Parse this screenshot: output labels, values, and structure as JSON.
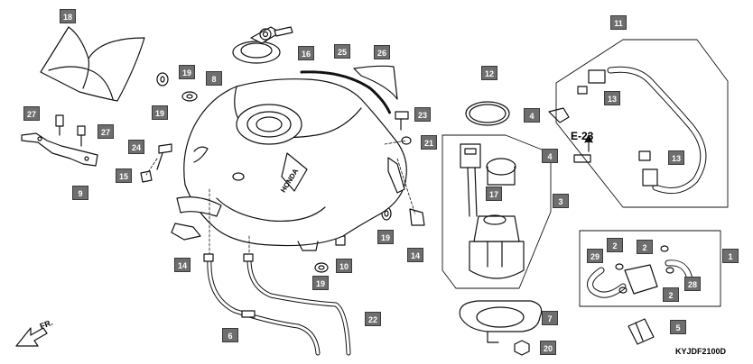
{
  "diagram": {
    "code": "KYJDF2100D",
    "reference": "E-23",
    "front_label": "FR.",
    "brand_mark": "HONDA"
  },
  "callouts": [
    "18",
    "27",
    "27",
    "9",
    "19",
    "19",
    "8",
    "16",
    "25",
    "26",
    "23",
    "21",
    "24",
    "15",
    "14",
    "19",
    "10",
    "19",
    "14",
    "6",
    "22",
    "12",
    "4",
    "4",
    "17",
    "3",
    "11",
    "13",
    "13",
    "1",
    "2",
    "2",
    "2",
    "29",
    "28",
    "5",
    "7",
    "20"
  ]
}
